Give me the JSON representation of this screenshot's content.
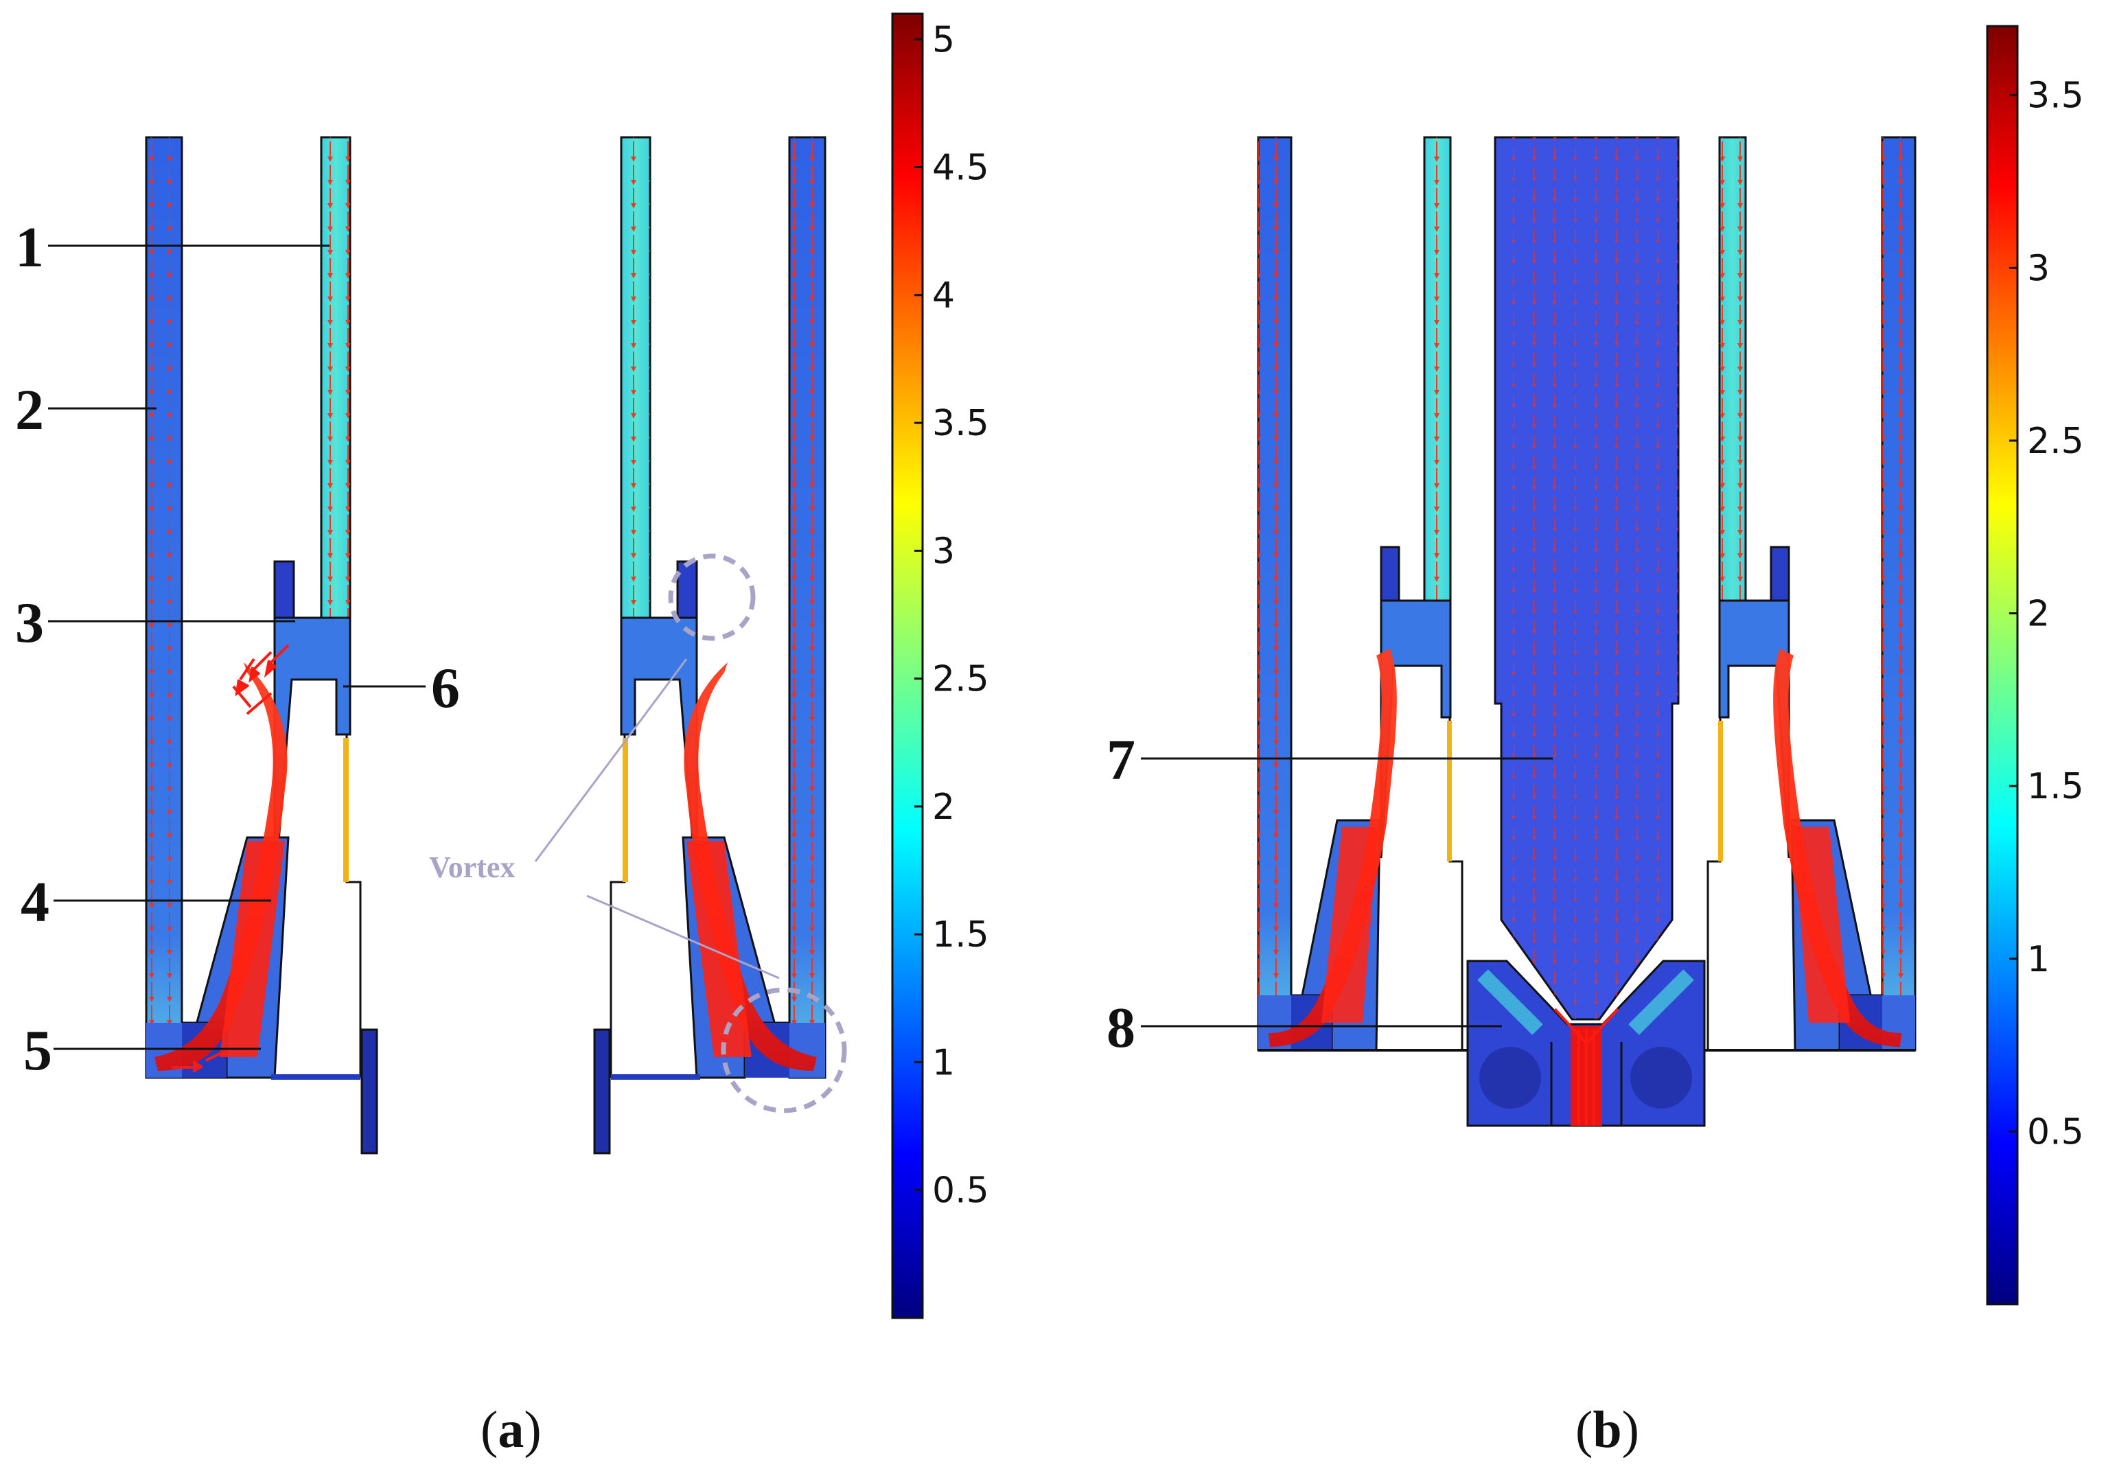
{
  "panel_a": {
    "caption_open": "(",
    "caption_letter": "a",
    "caption_close": ")",
    "labels": [
      "1",
      "2",
      "3",
      "4",
      "5",
      "6"
    ],
    "annotation": "Vortex",
    "colorbar": {
      "ticks": [
        "5",
        "4.5",
        "4",
        "3.5",
        "3",
        "2.5",
        "2",
        "1.5",
        "1",
        "0.5"
      ],
      "min": 0,
      "max": 5.1
    }
  },
  "panel_b": {
    "caption_open": "(",
    "caption_letter": "b",
    "caption_close": ")",
    "labels": [
      "7",
      "8"
    ],
    "colorbar": {
      "ticks": [
        "3.5",
        "3",
        "2.5",
        "2",
        "1.5",
        "1",
        "0.5"
      ],
      "min": 0,
      "max": 3.7
    }
  },
  "colors": {
    "low": "#2b3fd4",
    "mid": "#44e0d6",
    "high": "#ff1a1a",
    "arrow": "#ff1a0f",
    "outline": "#111111",
    "vortex": "#aaa3c8"
  }
}
